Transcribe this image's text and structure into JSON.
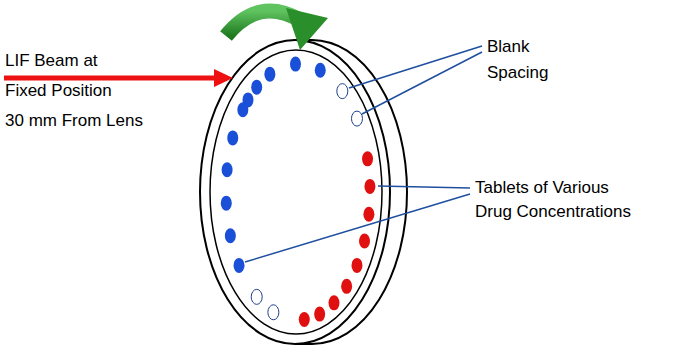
{
  "diagram": {
    "labels": [
      "Blank Spacing",
      "LIF Beam at Fixed Position 30 mm From Lens",
      "Tablets of Various Drug Concentrations"
    ]
  }
}
